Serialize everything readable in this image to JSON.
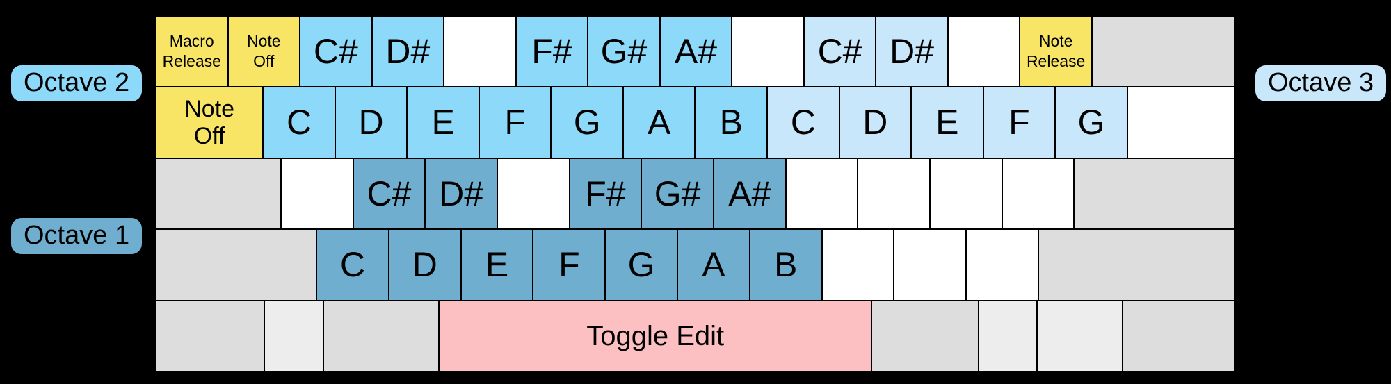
{
  "colors": {
    "background": "#000000",
    "key_border": "#000000",
    "special_yellow": "#F8E566",
    "octave1_blue": "#6FAECE",
    "octave2_blue": "#8DD9F9",
    "octave3_blue": "#C8E7FA",
    "toggle_pink": "#FCC0C2",
    "unused_gray": "#DDDDDE",
    "unused_gray_light": "#EDEDEE",
    "blank_white": "#FFFFFF",
    "text": "#000000"
  },
  "labels": {
    "octave1": "Octave 1",
    "octave2": "Octave 2",
    "octave3": "Octave 3"
  },
  "keyboard": {
    "rows": [
      {
        "name": "number-row",
        "keys": [
          {
            "label": "Macro\nRelease",
            "type": "special-small",
            "w": 1
          },
          {
            "label": "Note\nOff",
            "type": "special-small",
            "w": 1
          },
          {
            "label": "C#",
            "type": "oct2",
            "w": 1
          },
          {
            "label": "D#",
            "type": "oct2",
            "w": 1
          },
          {
            "label": "",
            "type": "blank",
            "w": 1
          },
          {
            "label": "F#",
            "type": "oct2",
            "w": 1
          },
          {
            "label": "G#",
            "type": "oct2",
            "w": 1
          },
          {
            "label": "A#",
            "type": "oct2",
            "w": 1
          },
          {
            "label": "",
            "type": "blank",
            "w": 1
          },
          {
            "label": "C#",
            "type": "oct3",
            "w": 1
          },
          {
            "label": "D#",
            "type": "oct3",
            "w": 1
          },
          {
            "label": "",
            "type": "blank",
            "w": 1
          },
          {
            "label": "Note\nRelease",
            "type": "special-small",
            "w": 1
          },
          {
            "label": "",
            "type": "unused",
            "w": 2
          }
        ]
      },
      {
        "name": "qwerty-row",
        "keys": [
          {
            "label": "Note\nOff",
            "type": "special",
            "w": 1.5
          },
          {
            "label": "C",
            "type": "oct2",
            "w": 1
          },
          {
            "label": "D",
            "type": "oct2",
            "w": 1
          },
          {
            "label": "E",
            "type": "oct2",
            "w": 1
          },
          {
            "label": "F",
            "type": "oct2",
            "w": 1
          },
          {
            "label": "G",
            "type": "oct2",
            "w": 1
          },
          {
            "label": "A",
            "type": "oct2",
            "w": 1
          },
          {
            "label": "B",
            "type": "oct2",
            "w": 1
          },
          {
            "label": "C",
            "type": "oct3",
            "w": 1
          },
          {
            "label": "D",
            "type": "oct3",
            "w": 1
          },
          {
            "label": "E",
            "type": "oct3",
            "w": 1
          },
          {
            "label": "F",
            "type": "oct3",
            "w": 1
          },
          {
            "label": "G",
            "type": "oct3",
            "w": 1
          },
          {
            "label": "",
            "type": "blank",
            "w": 1.5
          }
        ]
      },
      {
        "name": "home-row",
        "keys": [
          {
            "label": "",
            "type": "unused",
            "w": 1.75
          },
          {
            "label": "",
            "type": "blank",
            "w": 1
          },
          {
            "label": "C#",
            "type": "oct1",
            "w": 1
          },
          {
            "label": "D#",
            "type": "oct1",
            "w": 1
          },
          {
            "label": "",
            "type": "blank",
            "w": 1
          },
          {
            "label": "F#",
            "type": "oct1",
            "w": 1
          },
          {
            "label": "G#",
            "type": "oct1",
            "w": 1
          },
          {
            "label": "A#",
            "type": "oct1",
            "w": 1
          },
          {
            "label": "",
            "type": "blank",
            "w": 1
          },
          {
            "label": "",
            "type": "blank",
            "w": 1
          },
          {
            "label": "",
            "type": "blank",
            "w": 1
          },
          {
            "label": "",
            "type": "blank",
            "w": 1
          },
          {
            "label": "",
            "type": "unused",
            "w": 2.25
          }
        ]
      },
      {
        "name": "lower-row",
        "keys": [
          {
            "label": "",
            "type": "unused",
            "w": 2.25
          },
          {
            "label": "C",
            "type": "oct1",
            "w": 1
          },
          {
            "label": "D",
            "type": "oct1",
            "w": 1
          },
          {
            "label": "E",
            "type": "oct1",
            "w": 1
          },
          {
            "label": "F",
            "type": "oct1",
            "w": 1
          },
          {
            "label": "G",
            "type": "oct1",
            "w": 1
          },
          {
            "label": "A",
            "type": "oct1",
            "w": 1
          },
          {
            "label": "B",
            "type": "oct1",
            "w": 1
          },
          {
            "label": "",
            "type": "blank",
            "w": 1
          },
          {
            "label": "",
            "type": "blank",
            "w": 1
          },
          {
            "label": "",
            "type": "blank",
            "w": 1
          },
          {
            "label": "",
            "type": "unused",
            "w": 2.75
          }
        ]
      },
      {
        "name": "space-row",
        "keys": [
          {
            "label": "",
            "type": "unused",
            "w": 1.5
          },
          {
            "label": "",
            "type": "unused-light",
            "w": 0.82
          },
          {
            "label": "",
            "type": "unused",
            "w": 1.6
          },
          {
            "label": "Toggle Edit",
            "type": "toggle",
            "w": 6.06
          },
          {
            "label": "",
            "type": "unused",
            "w": 1.48
          },
          {
            "label": "",
            "type": "unused-light",
            "w": 0.8
          },
          {
            "label": "",
            "type": "unused-light",
            "w": 1.19
          },
          {
            "label": "",
            "type": "unused",
            "w": 1.55
          }
        ]
      }
    ]
  }
}
